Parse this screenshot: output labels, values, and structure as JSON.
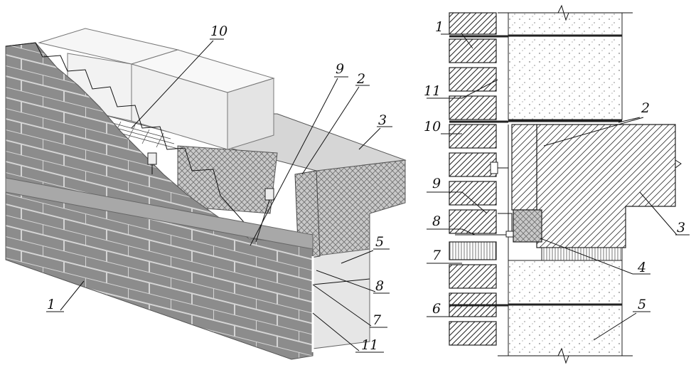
{
  "iso": {
    "labels": {
      "l1": "1",
      "l2": "2",
      "l3": "3",
      "l5": "5",
      "l7": "7",
      "l8": "8",
      "l9": "9",
      "l10": "10",
      "l11": "11"
    }
  },
  "section": {
    "labels": {
      "l1": "1",
      "l2": "2",
      "l3": "3",
      "l4": "4",
      "l5": "5",
      "l6": "6",
      "l7": "7",
      "l8": "8",
      "l9": "9",
      "l10": "10",
      "l11": "11"
    }
  },
  "colors": {
    "brick_front": "#8a8a8a",
    "brick_top": "#b5b5b5",
    "mortar": "#dcdcdc",
    "aerated_block": "#f4f4f4",
    "slab": "#d8d8d8",
    "insulation": "#9c9c9c"
  }
}
